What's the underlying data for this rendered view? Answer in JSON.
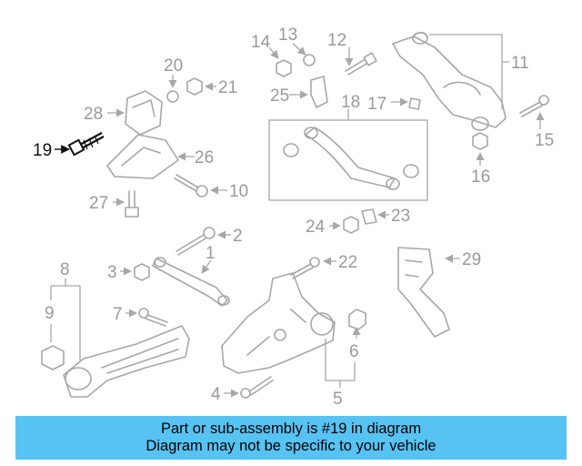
{
  "diagram": {
    "callouts": [
      "1",
      "2",
      "3",
      "4",
      "5",
      "6",
      "7",
      "8",
      "9",
      "10",
      "11",
      "12",
      "13",
      "14",
      "15",
      "16",
      "17",
      "18",
      "19",
      "20",
      "21",
      "22",
      "23",
      "24",
      "25",
      "26",
      "27",
      "28",
      "29"
    ],
    "highlighted": "19",
    "accent_color": "#56c3f3"
  },
  "caption": {
    "line1": "Part or sub-assembly is #19 in diagram",
    "line2": "Diagram may not be specific to your vehicle"
  }
}
